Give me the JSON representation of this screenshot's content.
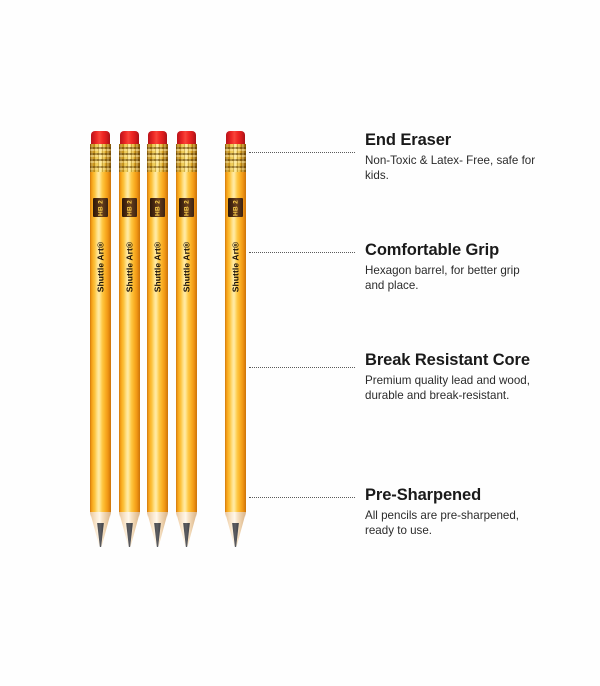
{
  "product": {
    "brand_text": "Shuttle Art®",
    "grade_badge": "HB 2",
    "pencil_count": 5
  },
  "colors": {
    "eraser": "#ef2a26",
    "ferrule": "#e3b52c",
    "barrel": "#ffd967",
    "barrel_edge": "#e58a12",
    "wood": "#f7e4c9",
    "lead": "#3a3b3f",
    "text": "#1a1a1a",
    "leader": "#5b5b5b",
    "background": "#ffffff"
  },
  "features": [
    {
      "title": "End Eraser",
      "description": "Non-Toxic & Latex- Free, safe for kids."
    },
    {
      "title": "Comfortable Grip",
      "description": "Hexagon barrel, for better grip and place."
    },
    {
      "title": "Break Resistant Core",
      "description": "Premium quality lead and wood, durable and break-resistant."
    },
    {
      "title": "Pre-Sharpened",
      "description": "All pencils are pre-sharpened, ready to use."
    }
  ]
}
